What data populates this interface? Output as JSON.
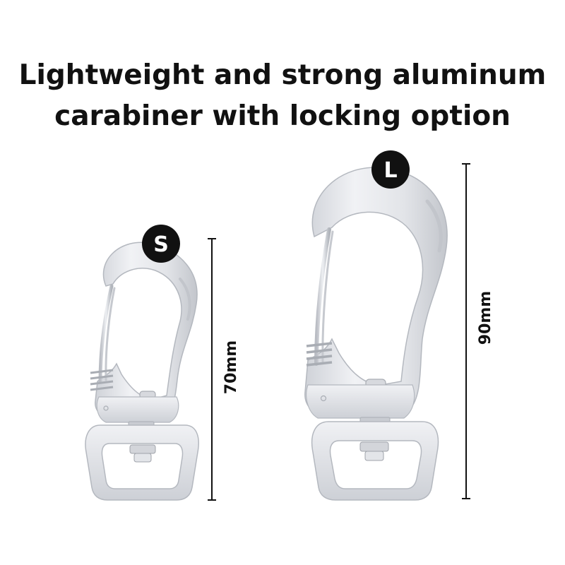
{
  "headline": {
    "line1": "Lightweight and strong aluminum",
    "line2": "carabiner with locking option"
  },
  "products": {
    "small": {
      "size_label": "S",
      "length_label": "70mm"
    },
    "large": {
      "size_label": "L",
      "length_label": "90mm"
    }
  },
  "colors": {
    "metal": "#e3e5e9",
    "metal_shade": "#c9ccd2",
    "badge": "#111111",
    "text": "#111111"
  }
}
